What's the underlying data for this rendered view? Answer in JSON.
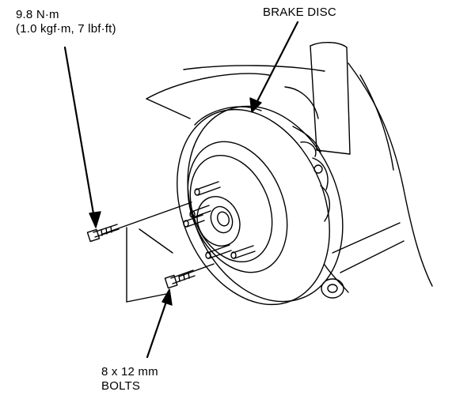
{
  "labels": {
    "torque_line1": "9.8 N·m",
    "torque_line2": "(1.0 kgf·m, 7 lbf·ft)",
    "brake_disc": "BRAKE DISC",
    "bolts_line1": "8 x 12 mm",
    "bolts_line2": "BOLTS"
  },
  "colors": {
    "ink": "#000000",
    "paper": "#ffffff"
  }
}
